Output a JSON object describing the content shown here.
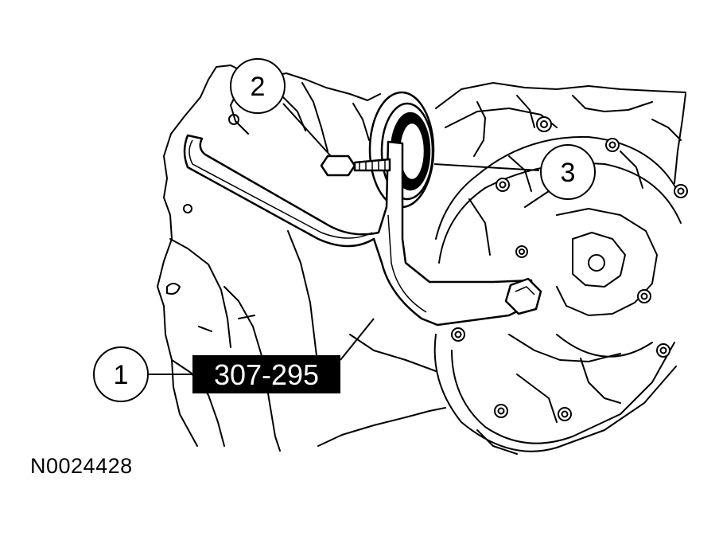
{
  "callouts": {
    "one": "1",
    "two": "2",
    "three": "3"
  },
  "tool_label": "307-295",
  "figure_id": "N0024428",
  "colors": {
    "line": "#000000",
    "background": "#ffffff",
    "label_fill": "#000000",
    "label_text": "#ffffff"
  }
}
